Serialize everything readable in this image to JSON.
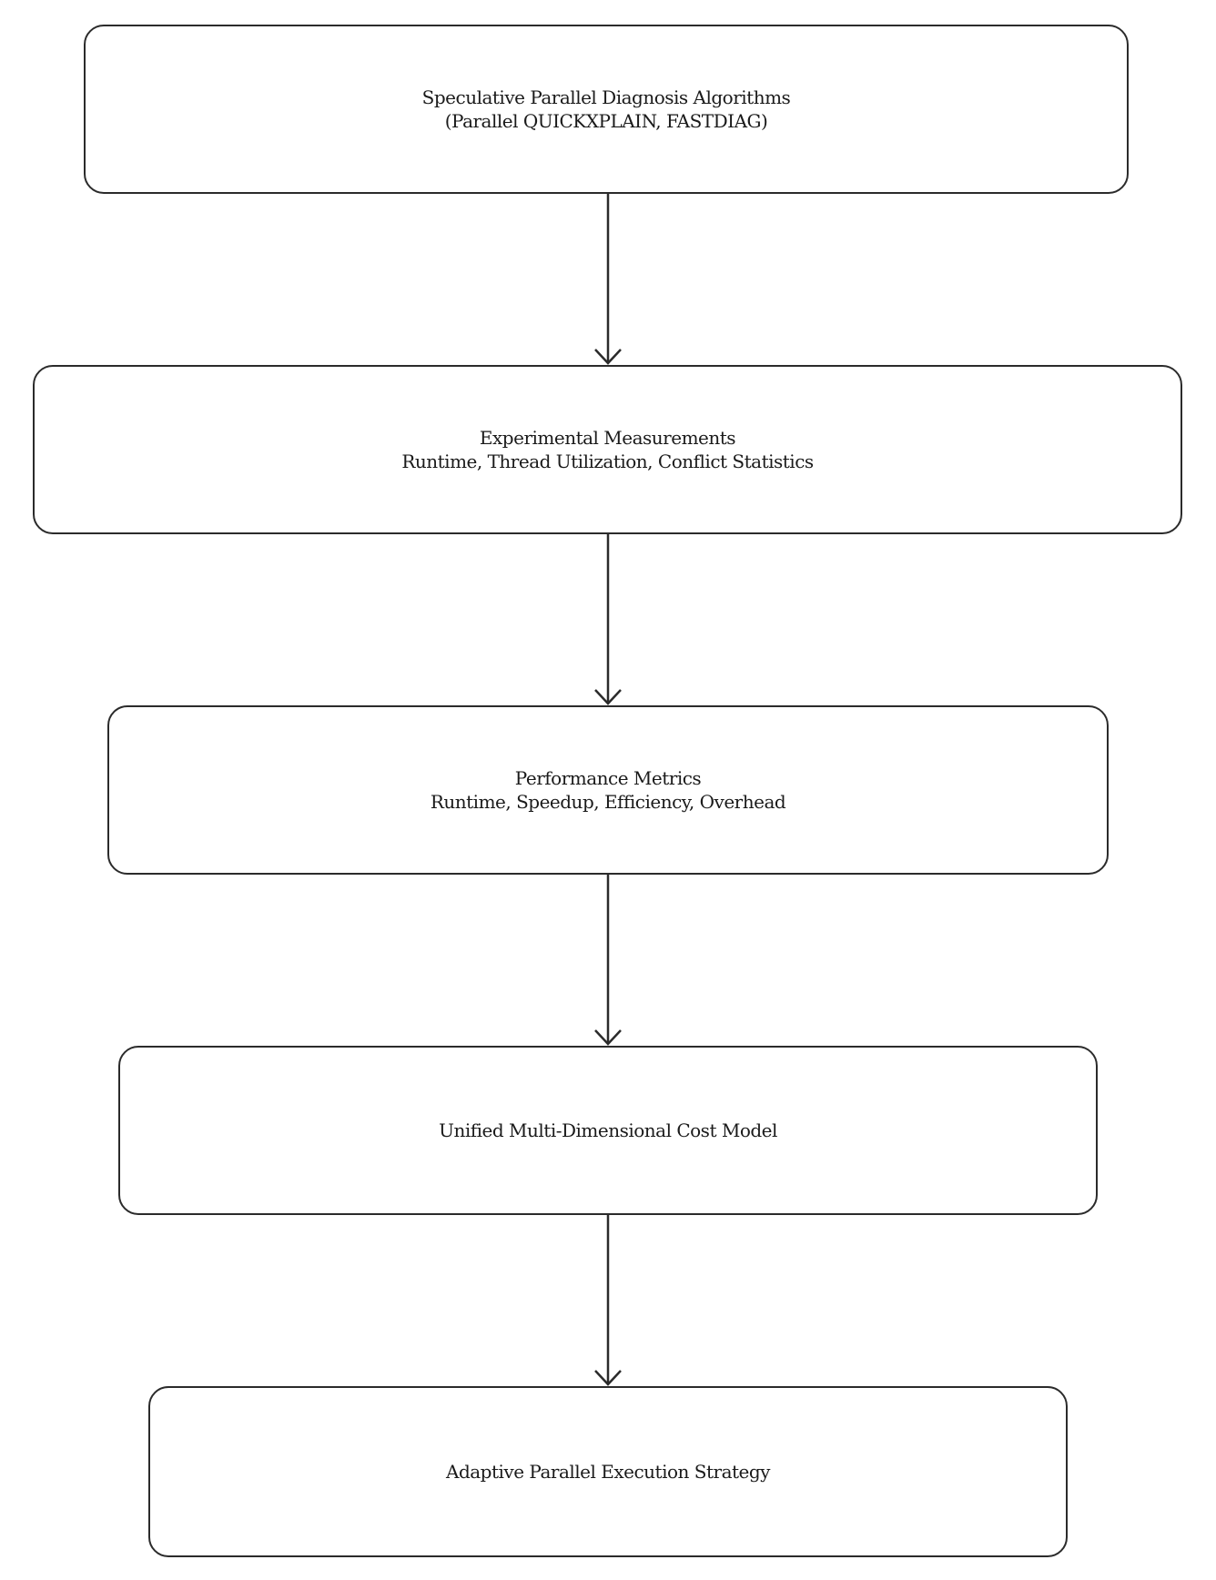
{
  "flowchart": {
    "nodes": [
      {
        "id": "algorithms",
        "lines": [
          "Speculative Parallel Diagnosis Algorithms",
          "(Parallel QUICKXPLAIN, FASTDIAG)"
        ]
      },
      {
        "id": "measurements",
        "lines": [
          "Experimental Measurements",
          "Runtime, Thread Utilization, Conflict Statistics"
        ]
      },
      {
        "id": "metrics",
        "lines": [
          "Performance Metrics",
          "Runtime, Speedup, Efficiency, Overhead"
        ]
      },
      {
        "id": "cost-model",
        "lines": [
          "Unified Multi-Dimensional Cost Model"
        ]
      },
      {
        "id": "strategy",
        "lines": [
          "Adaptive Parallel Execution Strategy"
        ]
      }
    ],
    "edges": [
      {
        "from": "algorithms",
        "to": "measurements"
      },
      {
        "from": "measurements",
        "to": "metrics"
      },
      {
        "from": "metrics",
        "to": "cost-model"
      },
      {
        "from": "cost-model",
        "to": "strategy"
      }
    ]
  }
}
